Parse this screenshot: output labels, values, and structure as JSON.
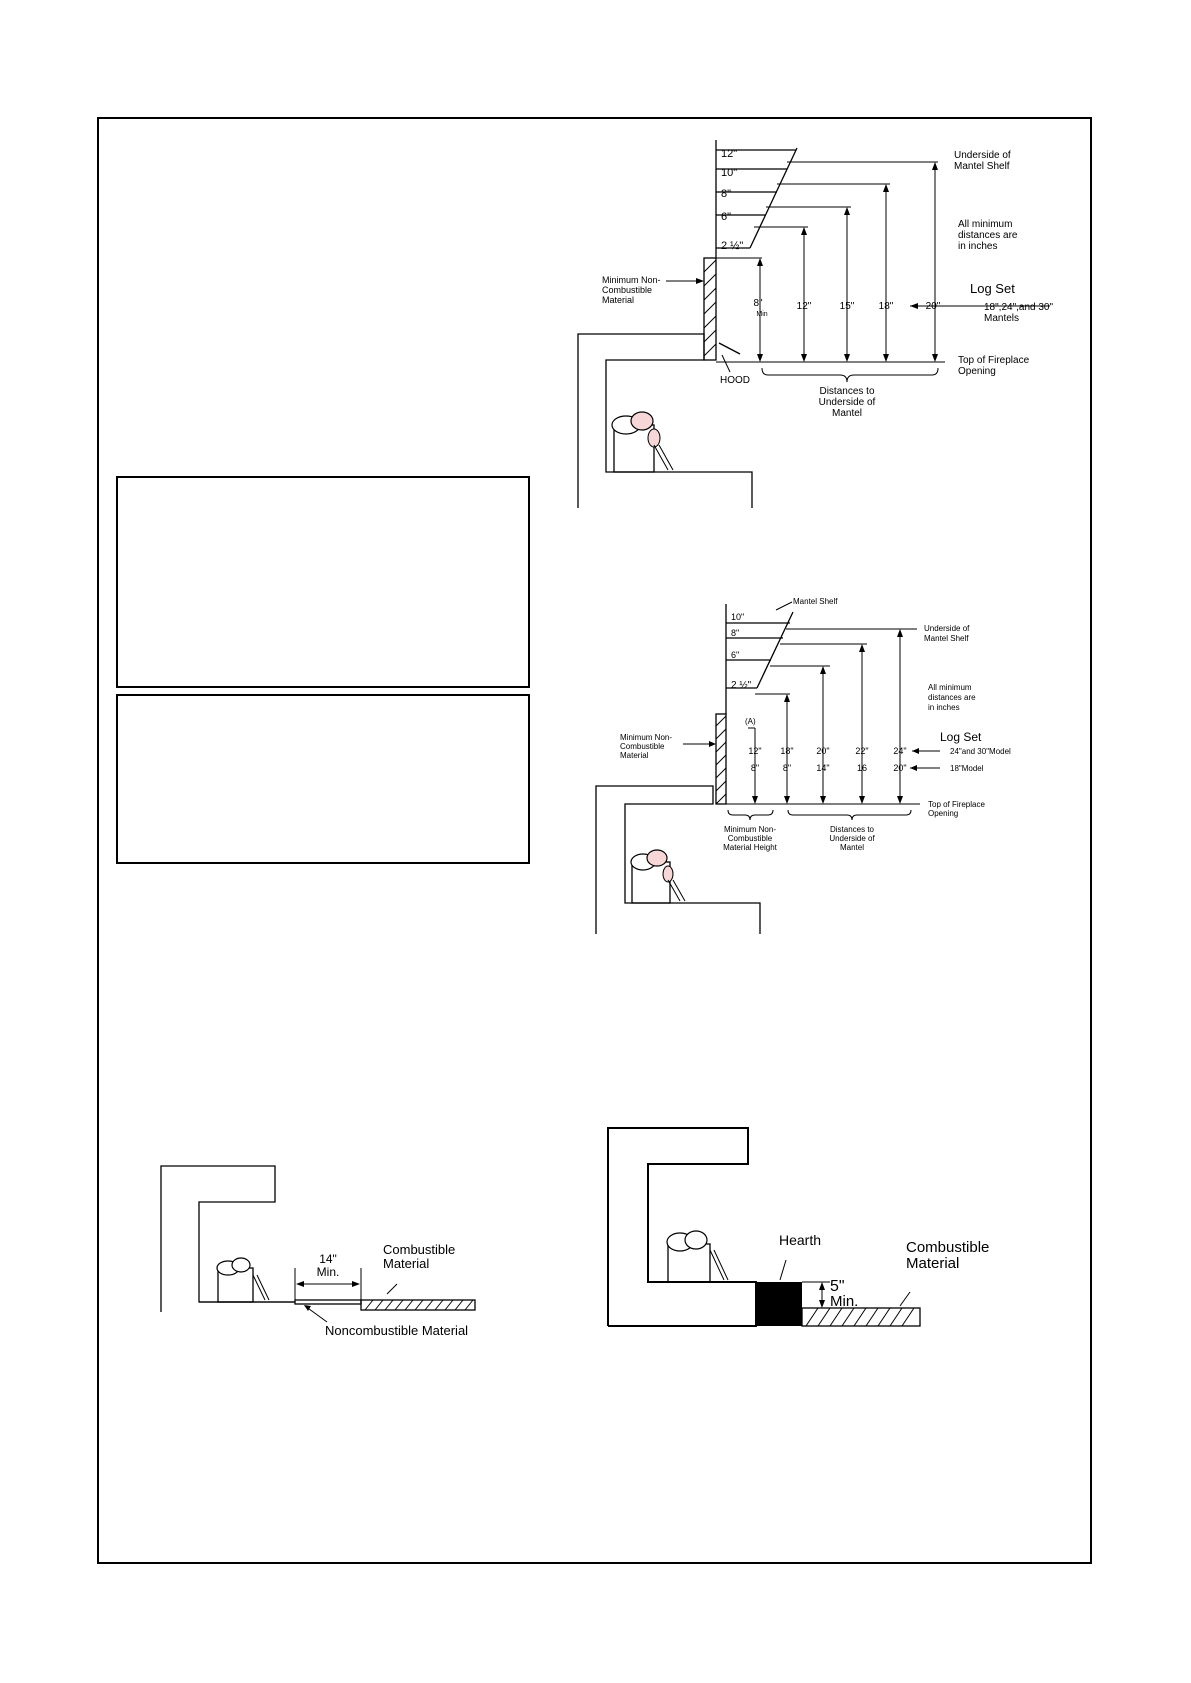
{
  "diagram1": {
    "shelf_labels": [
      "12\"",
      "10\"",
      "8\"",
      "6\"",
      "2 ½\""
    ],
    "underside_label": [
      "Underside of",
      "Mantel Shelf"
    ],
    "minimum_note": [
      "All minimum",
      "distances are",
      "in inches"
    ],
    "min_noncombustible": [
      "Minimum Non-",
      "Combustible",
      "Material"
    ],
    "min_8": [
      "8\"",
      "Min"
    ],
    "distances": [
      "12\"",
      "15\"",
      "18\"",
      "20\""
    ],
    "log_set_title": "Log Set",
    "log_set_models": [
      "18\",24\",and 30\"",
      "Mantels"
    ],
    "top_opening": [
      "Top of Fireplace",
      "Opening"
    ],
    "hood": "HOOD",
    "distances_caption": [
      "Distances to",
      "Underside of",
      "Mantel"
    ]
  },
  "diagram2": {
    "mantel_shelf": "Mantel Shelf",
    "shelf_labels": [
      "10\"",
      "8\"",
      "6\"",
      "2 ½\""
    ],
    "underside_label": [
      "Underside of",
      "Mantel Shelf"
    ],
    "minimum_note": [
      "All minimum",
      "distances are",
      "in inches"
    ],
    "a_label": "(A)",
    "min_noncombustible": [
      "Minimum Non-",
      "Combustible",
      "Material"
    ],
    "log_set_title": "Log Set",
    "row_24_30": [
      "12\"",
      "18\"",
      "20\"",
      "22\"",
      "24\""
    ],
    "row_24_30_label": "24\"and 30\"Model",
    "row_18": [
      "8\"",
      "8\"",
      "14\"",
      "16",
      "20\""
    ],
    "row_18_label": "18\"Model",
    "top_opening": [
      "Top of Fireplace",
      "Opening"
    ],
    "min_height_caption": [
      "Minimum Non-",
      "Combustible",
      "Material Height"
    ],
    "distances_caption": [
      "Distances to",
      "Underside of",
      "Mantel"
    ]
  },
  "diagram3": {
    "dimension": [
      "14\"",
      "Min."
    ],
    "combustible": [
      "Combustible",
      "Material"
    ],
    "noncombustible": "Noncombustible Material"
  },
  "diagram4": {
    "hearth": "Hearth",
    "dimension": [
      "5\"",
      "Min."
    ],
    "combustible": [
      "Combustible",
      "Material"
    ]
  }
}
